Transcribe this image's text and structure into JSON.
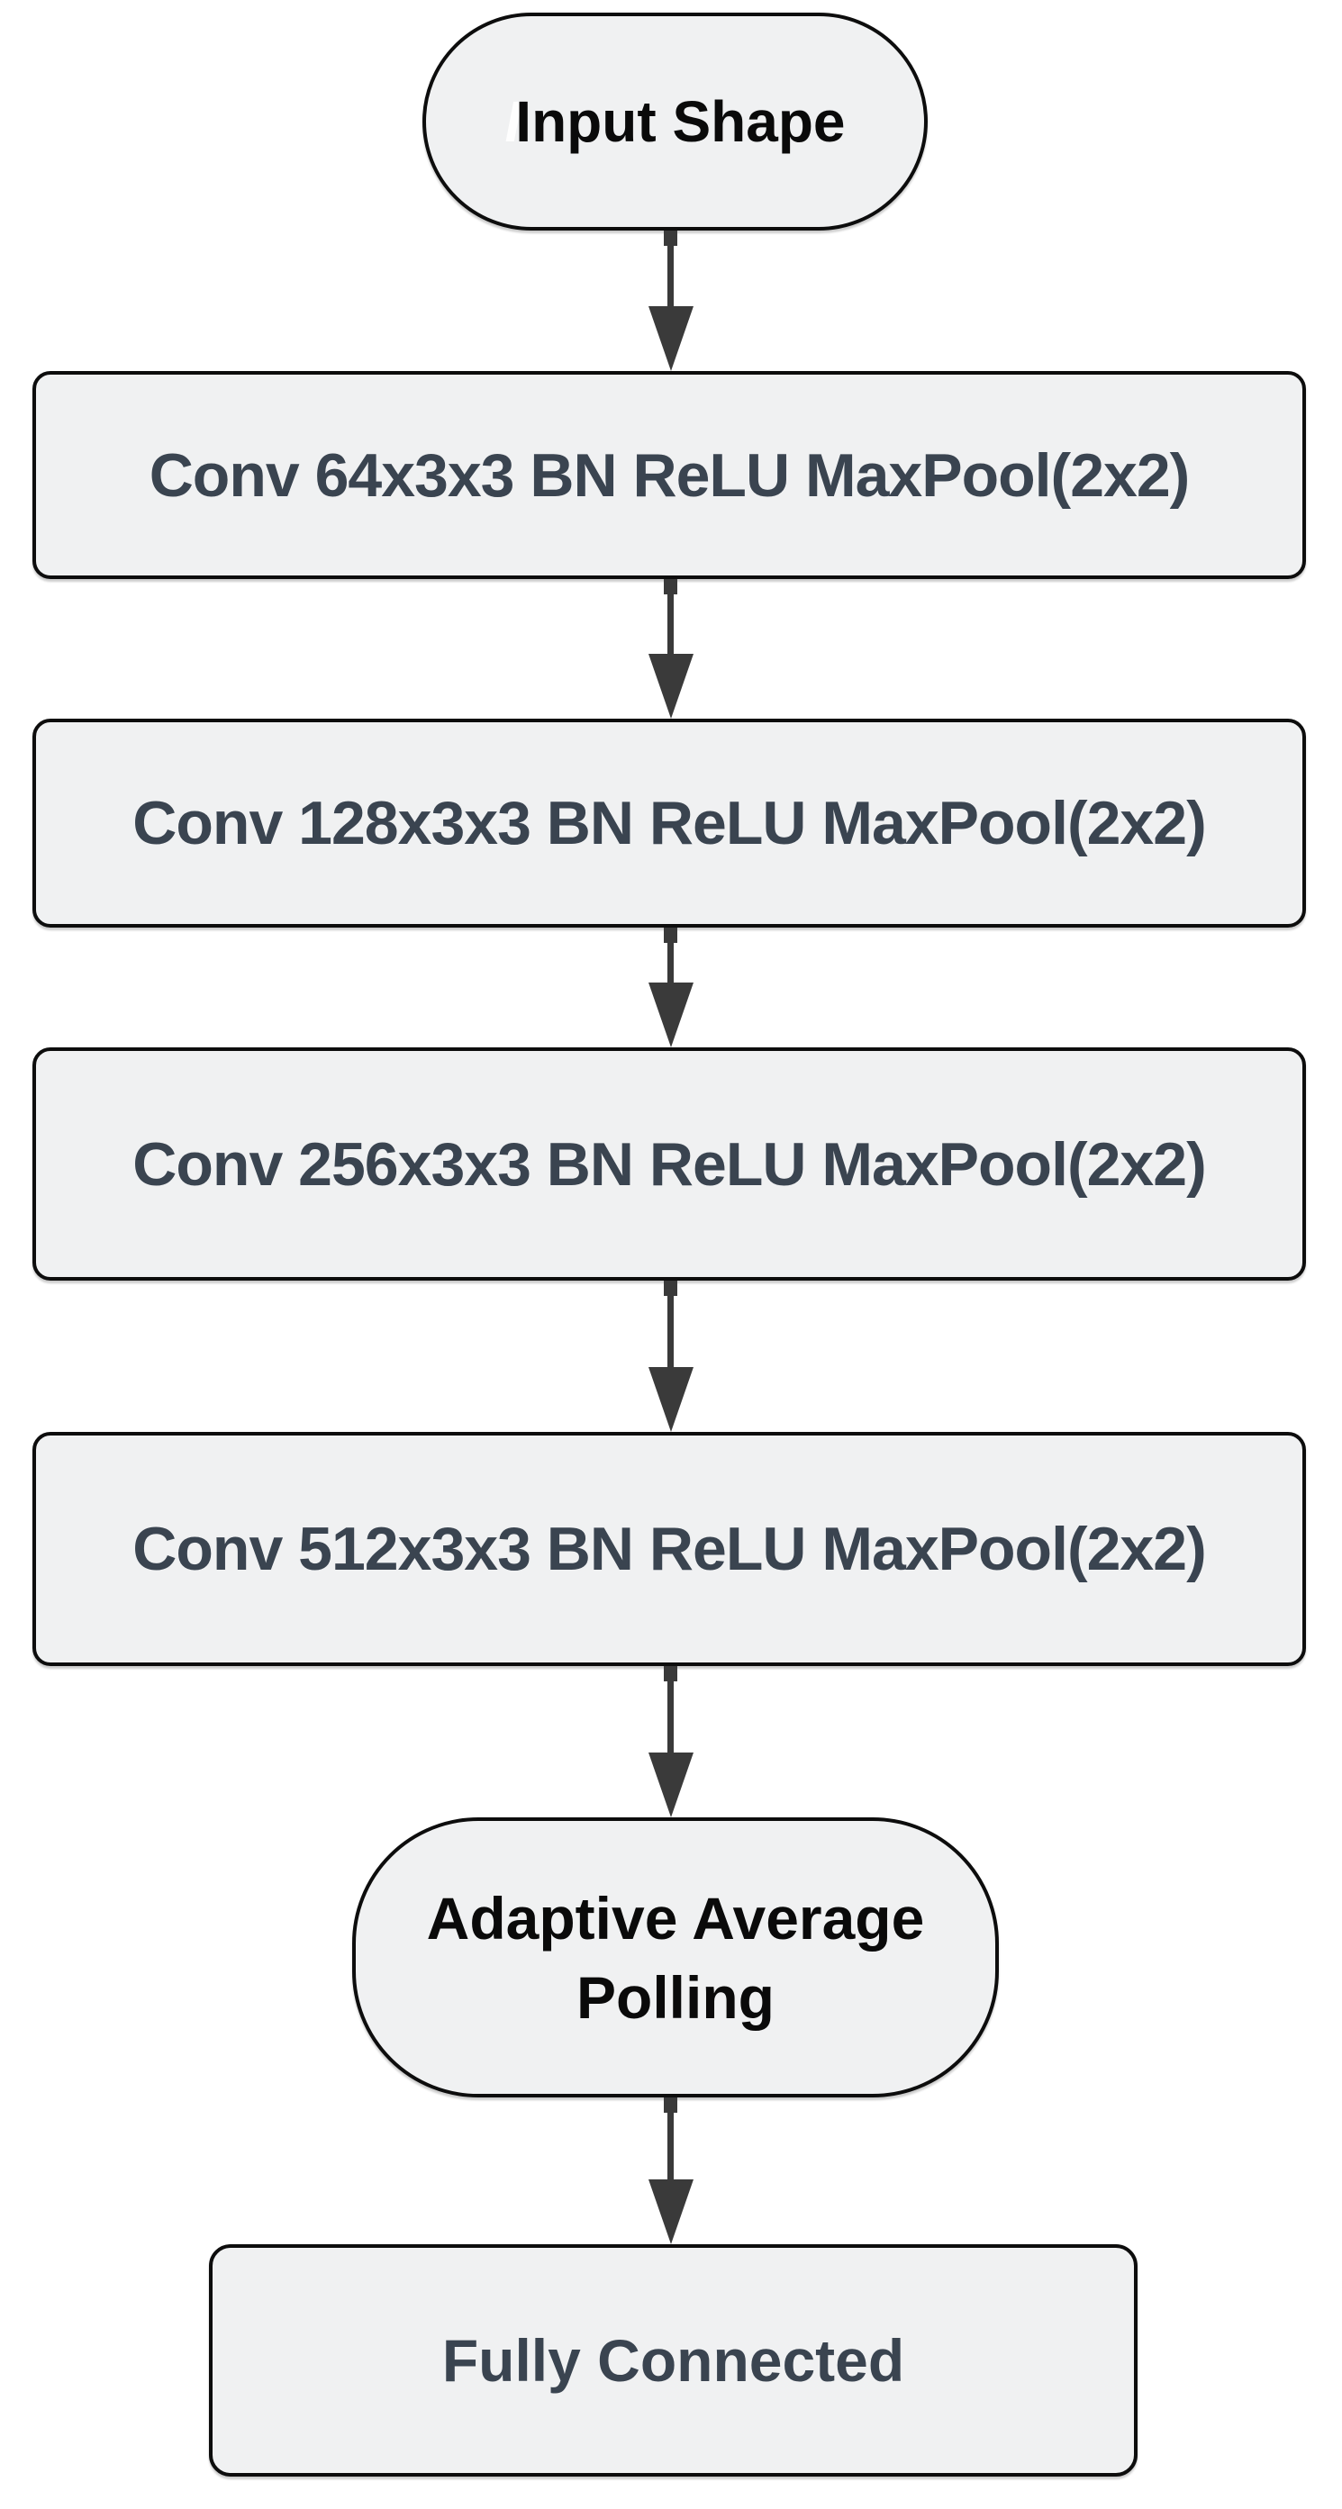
{
  "diagram": {
    "type": "flowchart",
    "direction": "top-down",
    "colors": {
      "background": "#ffffff",
      "node_fill": "#f0f1f2",
      "node_border": "#0d0d0d",
      "rect_text": "#3a4450",
      "stadium_text": "#0a0a0a",
      "arrow": "#3a3a3a"
    },
    "nodes": [
      {
        "id": "input",
        "shape": "stadium",
        "label": "Input Shape",
        "ghost_prefix": "I"
      },
      {
        "id": "conv64",
        "shape": "rect",
        "label": "Conv 64x3x3 BN ReLU MaxPool(2x2)"
      },
      {
        "id": "conv128",
        "shape": "rect",
        "label": "Conv 128x3x3 BN ReLU MaxPool(2x2)"
      },
      {
        "id": "conv256",
        "shape": "rect",
        "label": "Conv 256x3x3 BN ReLU MaxPool(2x2)"
      },
      {
        "id": "conv512",
        "shape": "rect",
        "label": "Conv 512x3x3 BN ReLU MaxPool(2x2)"
      },
      {
        "id": "aap",
        "shape": "stadium",
        "label": "Adaptive Average Polling"
      },
      {
        "id": "fc",
        "shape": "rect",
        "label": "Fully Connected"
      }
    ],
    "edges": [
      {
        "from": "input",
        "to": "conv64"
      },
      {
        "from": "conv64",
        "to": "conv128"
      },
      {
        "from": "conv128",
        "to": "conv256"
      },
      {
        "from": "conv256",
        "to": "conv512"
      },
      {
        "from": "conv512",
        "to": "aap"
      },
      {
        "from": "aap",
        "to": "fc"
      }
    ]
  }
}
